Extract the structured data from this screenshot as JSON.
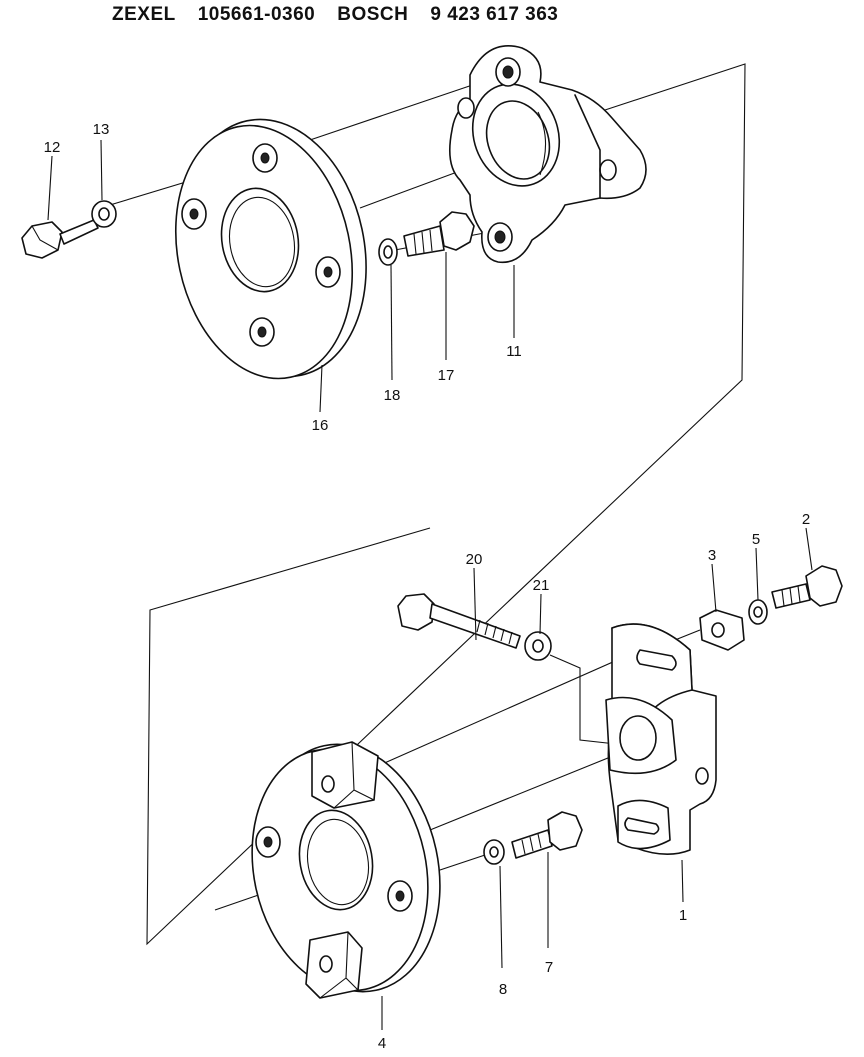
{
  "header": {
    "brand1": "ZEXEL",
    "part1": "105661-0360",
    "brand2": "BOSCH",
    "part2": "9 423 617 363"
  },
  "callouts": {
    "c1": "1",
    "c2": "2",
    "c3": "3",
    "c4": "4",
    "c5": "5",
    "c7": "7",
    "c8": "8",
    "c11": "11",
    "c12": "12",
    "c13": "13",
    "c16": "16",
    "c17": "17",
    "c18": "18",
    "c20": "20",
    "c21": "21"
  }
}
